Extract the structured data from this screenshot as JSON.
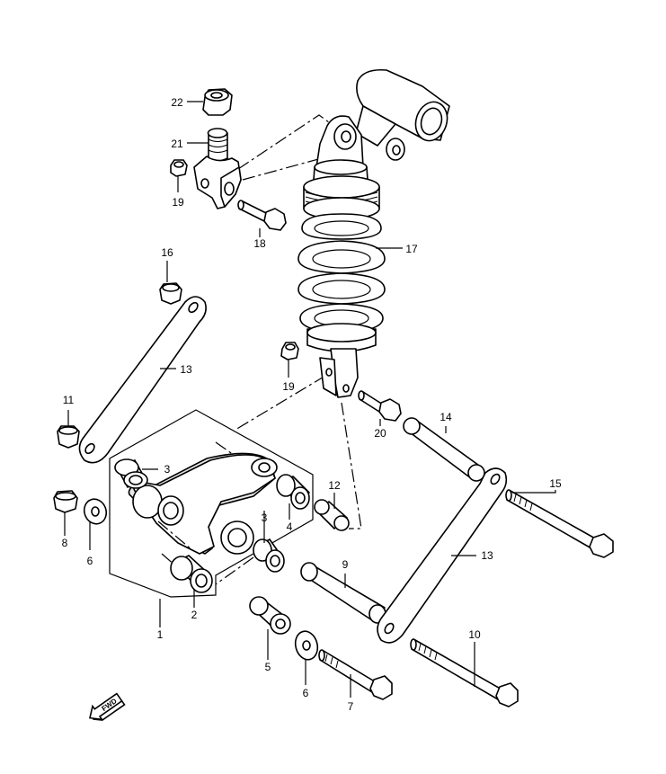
{
  "diagram": {
    "callouts": {
      "p1": "1",
      "p2": "2",
      "p3a": "3",
      "p3b": "3",
      "p4": "4",
      "p5": "5",
      "p6a": "6",
      "p6b": "6",
      "p7": "7",
      "p8": "8",
      "p9": "9",
      "p10": "10",
      "p11": "11",
      "p12": "12",
      "p13a": "13",
      "p13b": "13",
      "p14": "14",
      "p15": "15",
      "p16": "16",
      "p17": "17",
      "p18": "18",
      "p19a": "19",
      "p19b": "19",
      "p20": "20",
      "p21": "21",
      "p22": "22"
    },
    "fwd_label": "FWD"
  }
}
